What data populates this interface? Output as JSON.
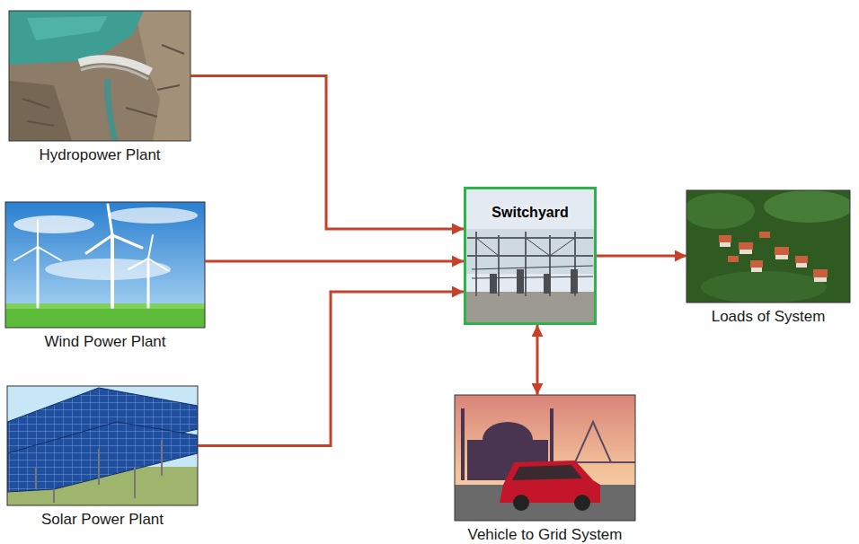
{
  "diagram": {
    "nodes": [
      {
        "text": [
          "Hydropower Plant"
        ]
      },
      {
        "text": [
          "Wind Power Plant"
        ]
      },
      {
        "text": [
          "Switchyard"
        ]
      },
      {
        "text": [
          "Loads of System"
        ]
      },
      {
        "text": [
          "Solar Power Plant"
        ]
      },
      {
        "text": [
          "Vehicle to Grid System"
        ]
      }
    ],
    "edges": [
      {
        "from": 0,
        "to": 2,
        "arrow": "to"
      },
      {
        "from": 1,
        "to": 2,
        "arrow": "to"
      },
      {
        "from": 4,
        "to": 2,
        "arrow": "to"
      },
      {
        "from": 2,
        "to": 3,
        "arrow": "to"
      },
      {
        "from": 2,
        "to": 5,
        "arrow": "both"
      }
    ]
  }
}
